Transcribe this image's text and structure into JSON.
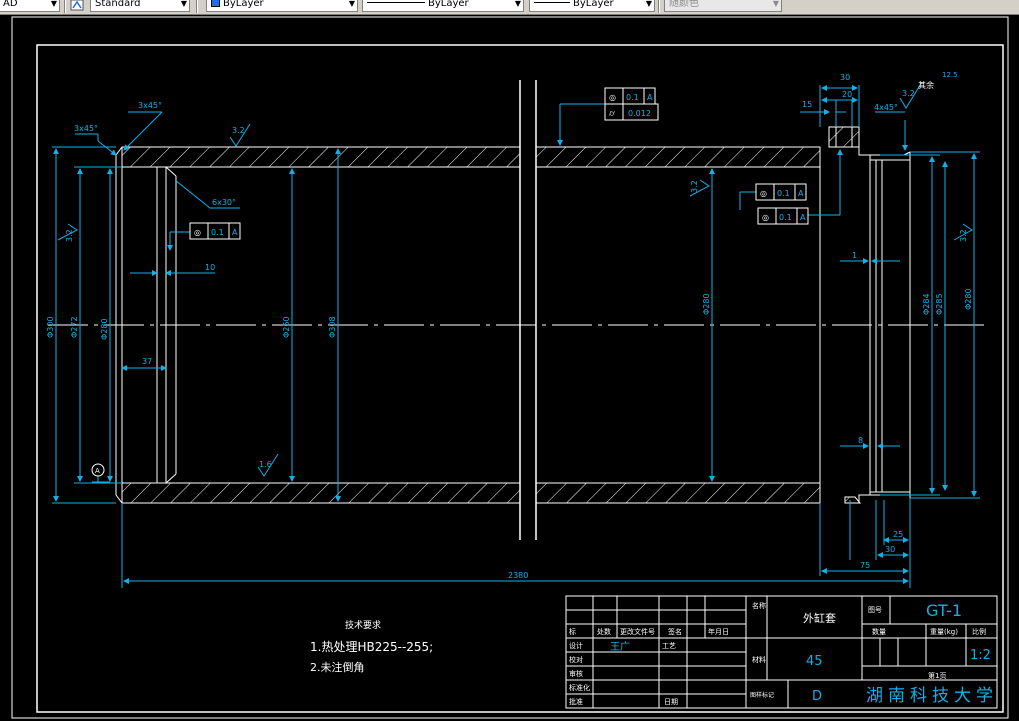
{
  "toolbar": {
    "partial_left": "AD",
    "text_style": "Standard",
    "layer_color": "ByLayer",
    "linetype": "ByLayer",
    "lineweight": "ByLayer",
    "plot_style": "随颜色",
    "colors": {
      "background": "#d4d0c8",
      "swatch": "#1e6fe0"
    }
  },
  "canvas": {
    "background": "#000000",
    "colors": {
      "outline": "#ffffff",
      "dimension": "#12b0e8",
      "title_text": "#12b0e8",
      "center_line": "#ffffff"
    }
  },
  "dimensions": {
    "left_chamfer_top": "3x45°",
    "left_chamfer_outer": "3x45°",
    "left_roughness_top": "3.2",
    "left_roughness_side": "3.2",
    "angle_chamfer": "6x30°",
    "diameter_300": "Φ300",
    "diameter_272": "Φ272",
    "diameter_280_left": "Φ280",
    "diameter_260": "Φ260",
    "diameter_308": "Φ308",
    "step_10": "10",
    "step_37": "37",
    "datum_a": "A",
    "roughness_16": "1.6",
    "diameter_280_mid": "Φ280",
    "roughness_mid": "3.2",
    "right_30": "30",
    "right_20": "20",
    "right_15": "15",
    "right_chamfer": "4x45°",
    "right_roughness": "3.2",
    "right_other": "其余",
    "right_125": "12.5",
    "right_1": "1",
    "right_8": "8",
    "diameter_284": "Φ284",
    "diameter_285": "Φ285",
    "diameter_280_right": "Φ280",
    "right_roughness_side": "3.2",
    "length_total": "2380",
    "length_75": "75",
    "length_30": "30",
    "length_25": "25"
  },
  "tolerances": {
    "top_flat": {
      "symbol": "◎",
      "value": "0.1",
      "datum": "A"
    },
    "top_run": {
      "symbol": "⌭",
      "value": "0.012"
    },
    "left": {
      "symbol": "◎",
      "value": "0.1",
      "datum": "A"
    },
    "right1": {
      "symbol": "◎",
      "value": "0.1",
      "datum": "A"
    },
    "right2": {
      "symbol": "◎",
      "value": "0.1",
      "datum": "A"
    }
  },
  "notes": {
    "heading": "技术要求",
    "line1": "1.热处理HB225--255;",
    "line2": "2.未注倒角"
  },
  "title_block": {
    "h_mark": "标",
    "h_count": "处数",
    "h_doc": "更改文件号",
    "h_sign": "签名",
    "h_date": "年月日",
    "design_label": "设计",
    "designer": "王广",
    "proc_label": "工艺",
    "check_label": "校对",
    "review_label": "审核",
    "std_label": "标准化",
    "approve_label": "批准",
    "date_label": "日期",
    "name_label": "名称",
    "part_name": "外缸套",
    "drawno_label": "图号",
    "drawno": "GT-1",
    "material_label": "材料",
    "material": "45",
    "qty_label": "数量",
    "weight_label": "重量(kg)",
    "scale_label": "比例",
    "scale": "1:2",
    "sheet": "第1页",
    "class_label": "图样标记",
    "class_value": "D",
    "school": "湖南科技大学"
  }
}
